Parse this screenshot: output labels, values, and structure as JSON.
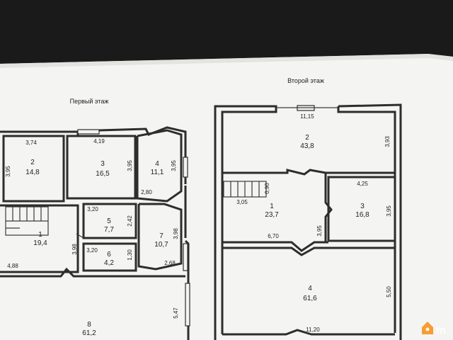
{
  "floor1": {
    "title": "Первый этаж",
    "rooms": [
      {
        "num": "2",
        "area": "14,8"
      },
      {
        "num": "3",
        "area": "16,5"
      },
      {
        "num": "4",
        "area": "11,1"
      },
      {
        "num": "5",
        "area": "7,7"
      },
      {
        "num": "6",
        "area": "4,2"
      },
      {
        "num": "1",
        "area": "19,4"
      },
      {
        "num": "7",
        "area": "10,7"
      },
      {
        "num": "8",
        "area": "61,2"
      }
    ],
    "dims": {
      "r2_width": "3,74",
      "r2_height": "3,95",
      "r3_width": "4,19",
      "r3_height": "3,95",
      "r4_height": "3,95",
      "r4_width": "2,80",
      "r5_width": "3,20",
      "r5_height": "2,42",
      "r6_width": "3,20",
      "r6_height": "1,30",
      "r1_height": "3,98",
      "r1_width": "4,88",
      "r7_height": "3,98",
      "r7_width": "2,68",
      "r8_height": "5,47"
    }
  },
  "floor2": {
    "title": "Второй этаж",
    "rooms": [
      {
        "num": "2",
        "area": "43,8"
      },
      {
        "num": "1",
        "area": "23,7"
      },
      {
        "num": "3",
        "area": "16,8"
      },
      {
        "num": "4",
        "area": "61,6"
      }
    ],
    "dims": {
      "top_width": "11,15",
      "r2_height": "3,93",
      "stair_small": "0,90",
      "stair_width": "3,05",
      "r3_width": "4,25",
      "r3_height": "3,95",
      "r1_width": "6,70",
      "r1_height": "3,95",
      "r4_height": "5,50",
      "bottom_width": "11,20"
    }
  },
  "watermark": {
    "text": "m",
    "icon": "home-logo-icon",
    "color": "#f7931e"
  },
  "colors": {
    "paper": "#f4f4f2",
    "background": "#1a1a1a",
    "ink": "#1e1e1e"
  }
}
